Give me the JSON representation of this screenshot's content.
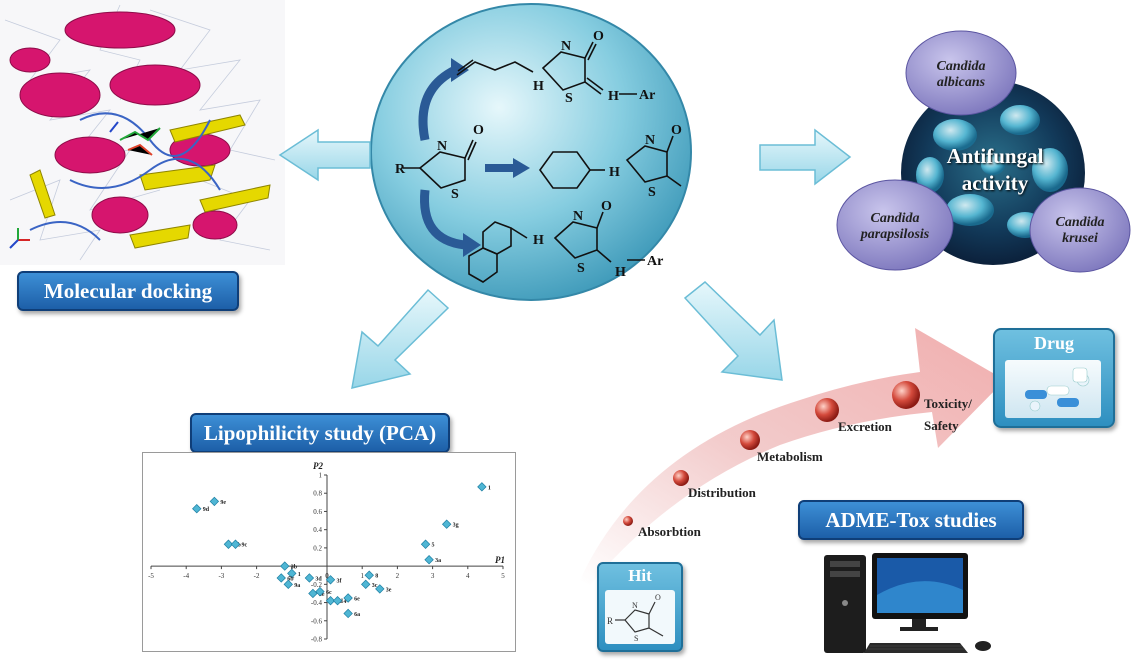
{
  "docking": {
    "label": "Molecular docking"
  },
  "chemistry": {
    "core_R": "R",
    "core_S": "S",
    "core_N": "N",
    "core_O": "O",
    "ar": "Ar",
    "h": "H",
    "n": "N",
    "s": "S",
    "o": "O",
    "nh": "H"
  },
  "antifungal": {
    "title_line1": "Antifungal",
    "title_line2": "activity",
    "species": [
      {
        "line1": "Candida",
        "line2": "albicans"
      },
      {
        "line1": "Candida",
        "line2": "parapsilosis"
      },
      {
        "line1": "Candida",
        "line2": "krusei"
      }
    ]
  },
  "pca": {
    "label": "Lipophilicity study (PCA)"
  },
  "chart_data": {
    "type": "scatter",
    "xlabel": "P1",
    "ylabel": "P2",
    "xlim": [
      -5,
      5
    ],
    "ylim": [
      -0.8,
      1
    ],
    "x_ticks": [
      -5,
      -4,
      -3,
      -2,
      -1,
      0,
      1,
      2,
      3,
      4,
      5
    ],
    "y_ticks": [
      1,
      0.8,
      0.6,
      0.4,
      0.2,
      -0.2,
      -0.4,
      -0.6,
      -0.8
    ],
    "points": [
      {
        "label": "1",
        "x": 4.4,
        "y": 0.87
      },
      {
        "label": "3g",
        "x": 3.4,
        "y": 0.46
      },
      {
        "label": "5",
        "x": 2.8,
        "y": 0.24
      },
      {
        "label": "3a",
        "x": 2.9,
        "y": 0.07
      },
      {
        "label": "9e",
        "x": -3.2,
        "y": 0.71
      },
      {
        "label": "9d",
        "x": -3.7,
        "y": 0.63
      },
      {
        "label": "9b",
        "x": -2.8,
        "y": 0.24
      },
      {
        "label": "9c",
        "x": -2.6,
        "y": 0.24
      },
      {
        "label": "3b",
        "x": -1.2,
        "y": 0.0
      },
      {
        "label": "1",
        "x": -1.0,
        "y": -0.08
      },
      {
        "label": "6b",
        "x": -1.3,
        "y": -0.13
      },
      {
        "label": "9a",
        "x": -1.1,
        "y": -0.2
      },
      {
        "label": "3d",
        "x": -0.5,
        "y": -0.13
      },
      {
        "label": "3f",
        "x": 0.1,
        "y": -0.15
      },
      {
        "label": "3e",
        "x": -0.4,
        "y": -0.3
      },
      {
        "label": "6c",
        "x": -0.2,
        "y": -0.28
      },
      {
        "label": "6d",
        "x": 0.1,
        "y": -0.38
      },
      {
        "label": "4",
        "x": 0.3,
        "y": -0.38
      },
      {
        "label": "6e",
        "x": 0.6,
        "y": -0.35
      },
      {
        "label": "6a",
        "x": 0.6,
        "y": -0.52
      },
      {
        "label": "8",
        "x": 1.2,
        "y": -0.1
      },
      {
        "label": "3c",
        "x": 1.1,
        "y": -0.2
      },
      {
        "label": "3e",
        "x": 1.5,
        "y": -0.25
      }
    ]
  },
  "adme": {
    "label": "ADME-Tox studies",
    "hit_label": "Hit",
    "drug_label": "Drug",
    "stages": [
      "Absorbtion",
      "Distribution",
      "Metabolism",
      "Excretion",
      "Toxicity/",
      "Safety"
    ]
  },
  "colors": {
    "central_circle": "#7fc6dc",
    "label_blue": "#2e78c4",
    "arrow_light": "#bfe7f2",
    "bubble_purple": "#8c86c6",
    "sphere_red": "#c0392b"
  }
}
